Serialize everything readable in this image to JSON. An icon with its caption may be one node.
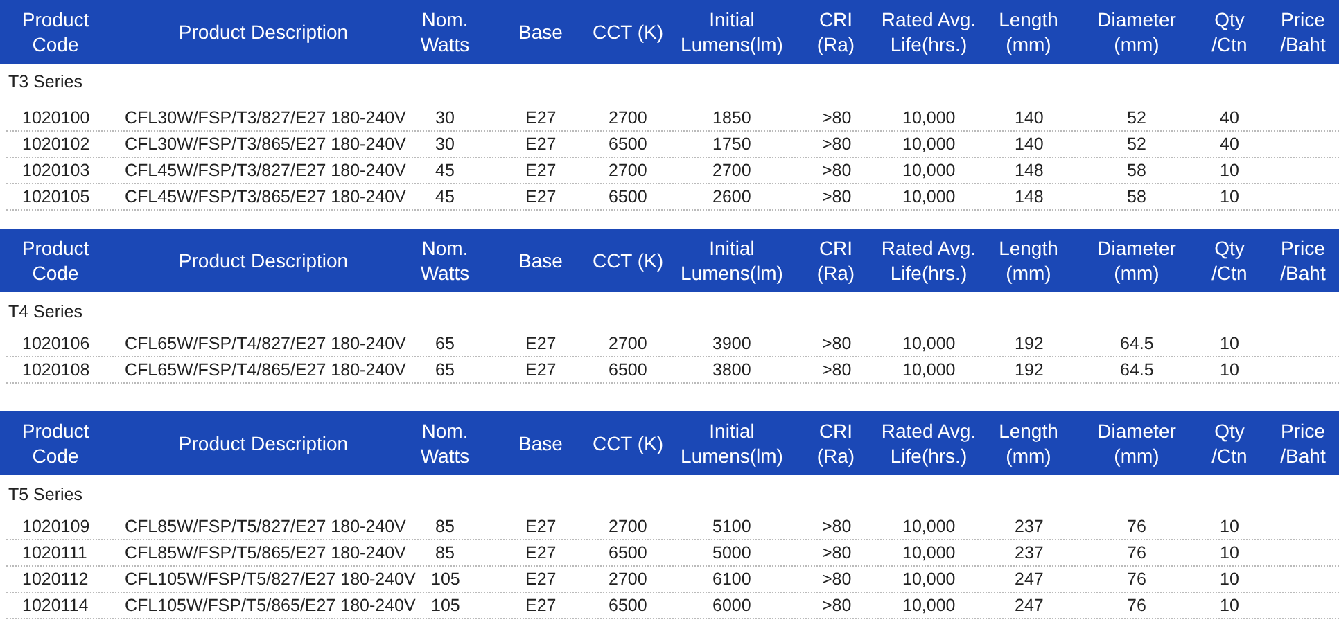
{
  "diagram": {
    "labels": [
      "Product Code",
      "Product Description",
      "Nom. Watts",
      "Base",
      "CCT (K)",
      "Initial Lumens(lm)",
      "CRI (Ra)",
      "Rated Avg. Life(hrs.)",
      "Length (mm)",
      "Diameter (mm)",
      "Qty /Ctn",
      "Price /Baht",
      "T3 Series",
      "1020100",
      "CFL30W/FSP/T3/827/E27 180-240V",
      "30",
      "E27",
      "2700",
      "1850",
      ">80",
      "10,000",
      "140",
      "52",
      "40",
      "1020102",
      "CFL30W/FSP/T3/865/E27 180-240V",
      "30",
      "E27",
      "6500",
      "1750",
      ">80",
      "10,000",
      "140",
      "52",
      "40",
      "1020103",
      "CFL45W/FSP/T3/827/E27 180-240V",
      "45",
      "E27",
      "2700",
      "2700",
      ">80",
      "10,000",
      "148",
      "58",
      "10",
      "1020105",
      "CFL45W/FSP/T3/865/E27 180-240V",
      "45",
      "E27",
      "6500",
      "2600",
      ">80",
      "10,000",
      "148",
      "58",
      "10",
      "Product Code",
      "Product Description",
      "Nom. Watts",
      "Base",
      "CCT (K)",
      "Initial Lumens(lm)",
      "CRI (Ra)",
      "Rated Avg. Life(hrs.)",
      "Length (mm)",
      "Diameter (mm)",
      "Qty /Ctn",
      "Price /Baht",
      "T4 Series",
      "1020106",
      "CFL65W/FSP/T4/827/E27 180-240V",
      "65",
      "E27",
      "2700",
      "3900",
      ">80",
      "10,000",
      "192",
      "64.5",
      "10",
      "1020108",
      "CFL65W/FSP/T4/865/E27 180-240V",
      "65",
      "E27",
      "6500",
      "3800",
      ">80",
      "10,000",
      "192",
      "64.5",
      "10",
      "Product Code",
      "Product Description",
      "Nom. Watts",
      "Base",
      "CCT (K)",
      "Initial Lumens(lm)",
      "CRI (Ra)",
      "Rated Avg. Life(hrs.)",
      "Length (mm)",
      "Diameter (mm)",
      "Qty /Ctn",
      "Price /Baht",
      "T5 Series",
      "1020109",
      "CFL85W/FSP/T5/827/E27 180-240V",
      "85",
      "E27",
      "2700",
      "5100",
      ">80",
      "10,000",
      "237",
      "76",
      "10",
      "1020111",
      "CFL85W/FSP/T5/865/E27 180-240V",
      "85",
      "E27",
      "6500",
      "5000",
      ">80",
      "10,000",
      "237",
      "76",
      "10",
      "1020112",
      "CFL105W/FSP/T5/827/E27 180-240V",
      "105",
      "E27",
      "2700",
      "6100",
      ">80",
      "10,000",
      "247",
      "76",
      "10",
      "1020114",
      "CFL105W/FSP/T5/865/E27 180-240V",
      "105",
      "E27",
      "6500",
      "6000",
      ">80",
      "10,000",
      "247",
      "76",
      "10"
    ]
  }
}
